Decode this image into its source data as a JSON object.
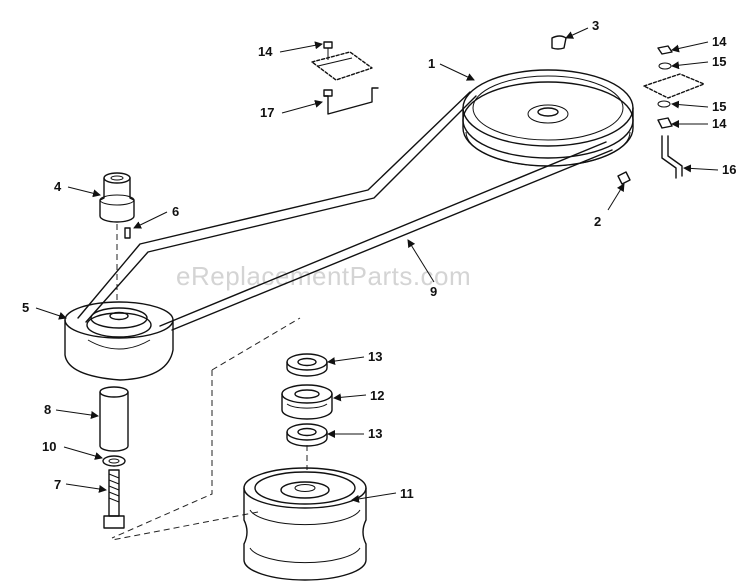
{
  "watermark": "eReplacementParts.com",
  "callouts": {
    "c1": "1",
    "c2": "2",
    "c3": "3",
    "c4": "4",
    "c5": "5",
    "c6": "6",
    "c7": "7",
    "c8": "8",
    "c9": "9",
    "c10": "10",
    "c11": "11",
    "c12": "12",
    "c13a": "13",
    "c13b": "13",
    "c14a": "14",
    "c14b": "14",
    "c14c": "14",
    "c15a": "15",
    "c15b": "15",
    "c16": "16",
    "c17": "17"
  }
}
